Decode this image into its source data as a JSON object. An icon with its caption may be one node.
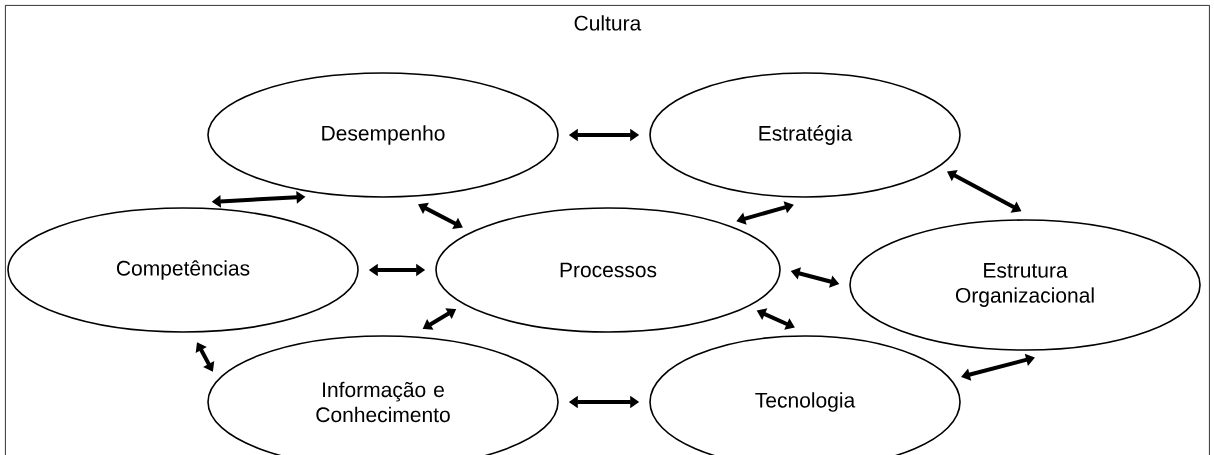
{
  "diagram": {
    "nodes": [
      {
        "text": [
          "Cultura"
        ]
      },
      {
        "text": [
          "Desempenho"
        ],
        "in": 0
      },
      {
        "text": [
          "Estratégia"
        ],
        "in": 0
      },
      {
        "text": [
          "Competências"
        ],
        "in": 0
      },
      {
        "text": [
          "Processos"
        ],
        "in": 0
      },
      {
        "text": [
          "Estrutura Organizacional"
        ],
        "in": 0
      },
      {
        "text": [
          "Informação e Conhecimento"
        ],
        "in": 0
      },
      {
        "text": [
          "Tecnologia"
        ],
        "in": 0
      }
    ],
    "edges": [
      {
        "from": 1,
        "to": 2,
        "arrow": "both"
      },
      {
        "from": 1,
        "to": 3,
        "arrow": "both"
      },
      {
        "from": 1,
        "to": 4,
        "arrow": "both"
      },
      {
        "from": 2,
        "to": 4,
        "arrow": "both"
      },
      {
        "from": 2,
        "to": 5,
        "arrow": "both"
      },
      {
        "from": 3,
        "to": 4,
        "arrow": "both"
      },
      {
        "from": 3,
        "to": 6,
        "arrow": "both"
      },
      {
        "from": 4,
        "to": 5,
        "arrow": "both"
      },
      {
        "from": 4,
        "to": 6,
        "arrow": "both"
      },
      {
        "from": 4,
        "to": 7,
        "arrow": "both"
      },
      {
        "from": 6,
        "to": 7,
        "arrow": "both"
      },
      {
        "from": 5,
        "to": 7,
        "arrow": "both"
      }
    ]
  }
}
